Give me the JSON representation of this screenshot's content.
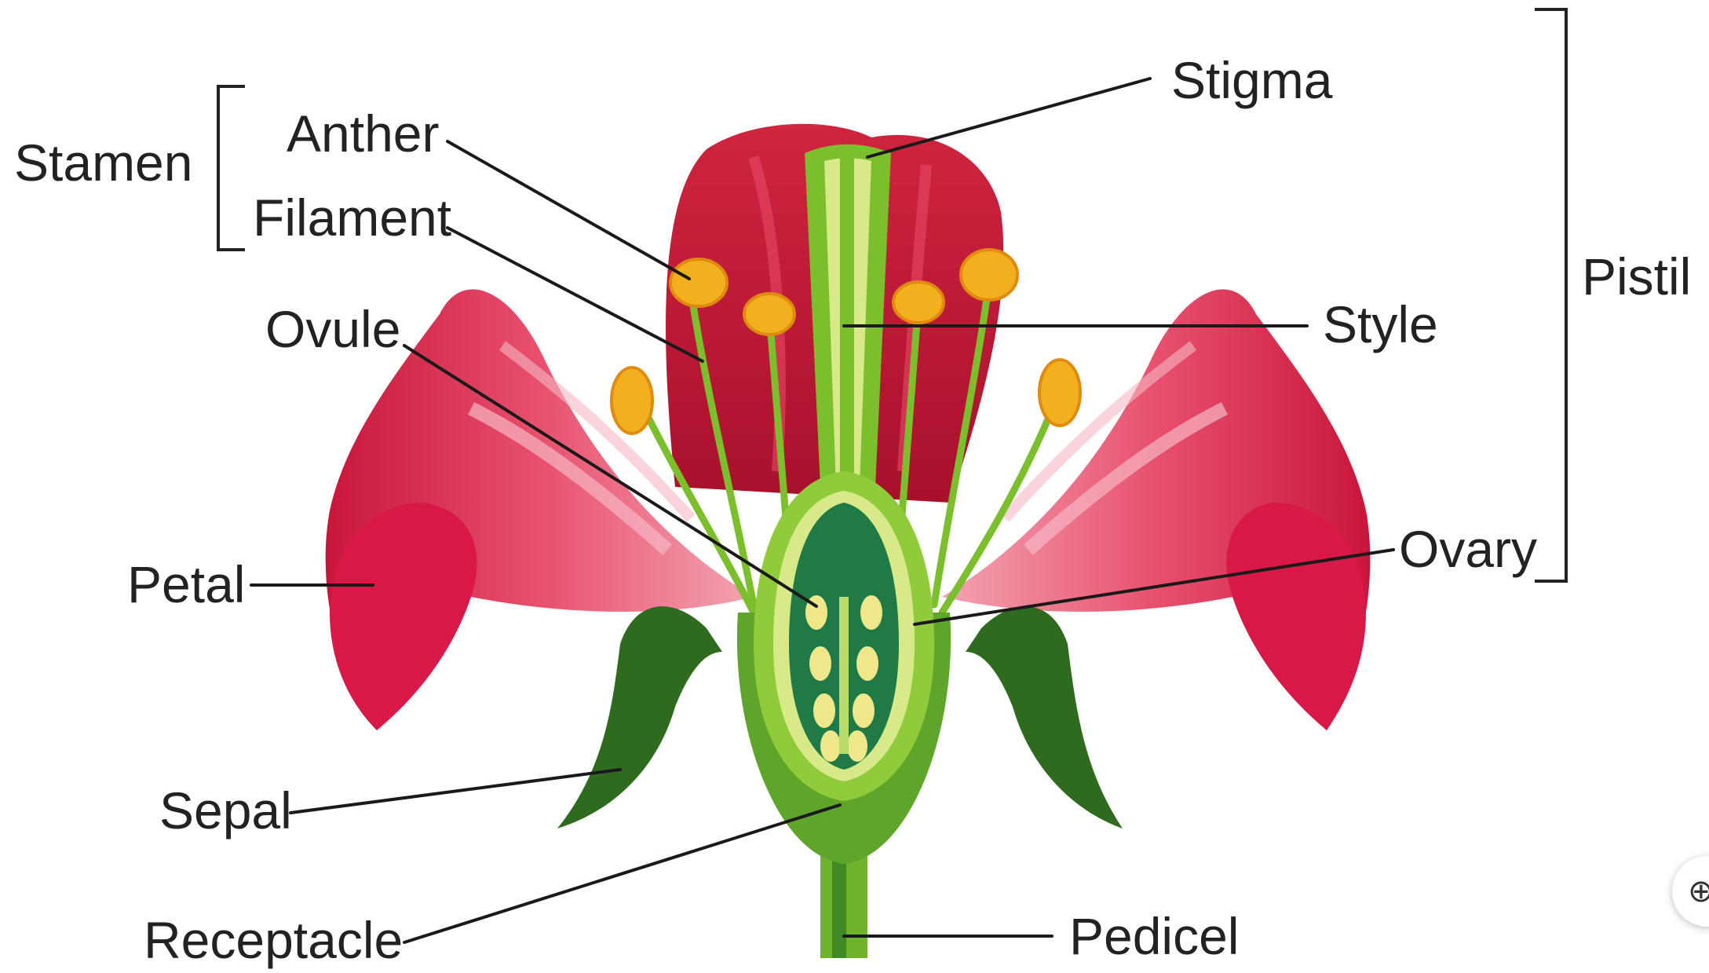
{
  "labels": {
    "stamen": "Stamen",
    "anther": "Anther",
    "filament": "Filament",
    "ovule": "Ovule",
    "petal": "Petal",
    "sepal": "Sepal",
    "receptacle": "Receptacle",
    "stigma": "Stigma",
    "style": "Style",
    "ovary": "Ovary",
    "pedicel": "Pedicel",
    "pistil": "Pistil"
  },
  "colors": {
    "petal_dark": "#c8163a",
    "petal_mid": "#e23a5a",
    "petal_light": "#f08ca0",
    "green_dark": "#2e6b1f",
    "green_mid": "#6fb32a",
    "green_light": "#b9dd6a",
    "ovary_inner": "#1f7a45",
    "anther": "#f2b01e"
  },
  "controls": {
    "zoom_icon": "zoom-in-icon"
  }
}
